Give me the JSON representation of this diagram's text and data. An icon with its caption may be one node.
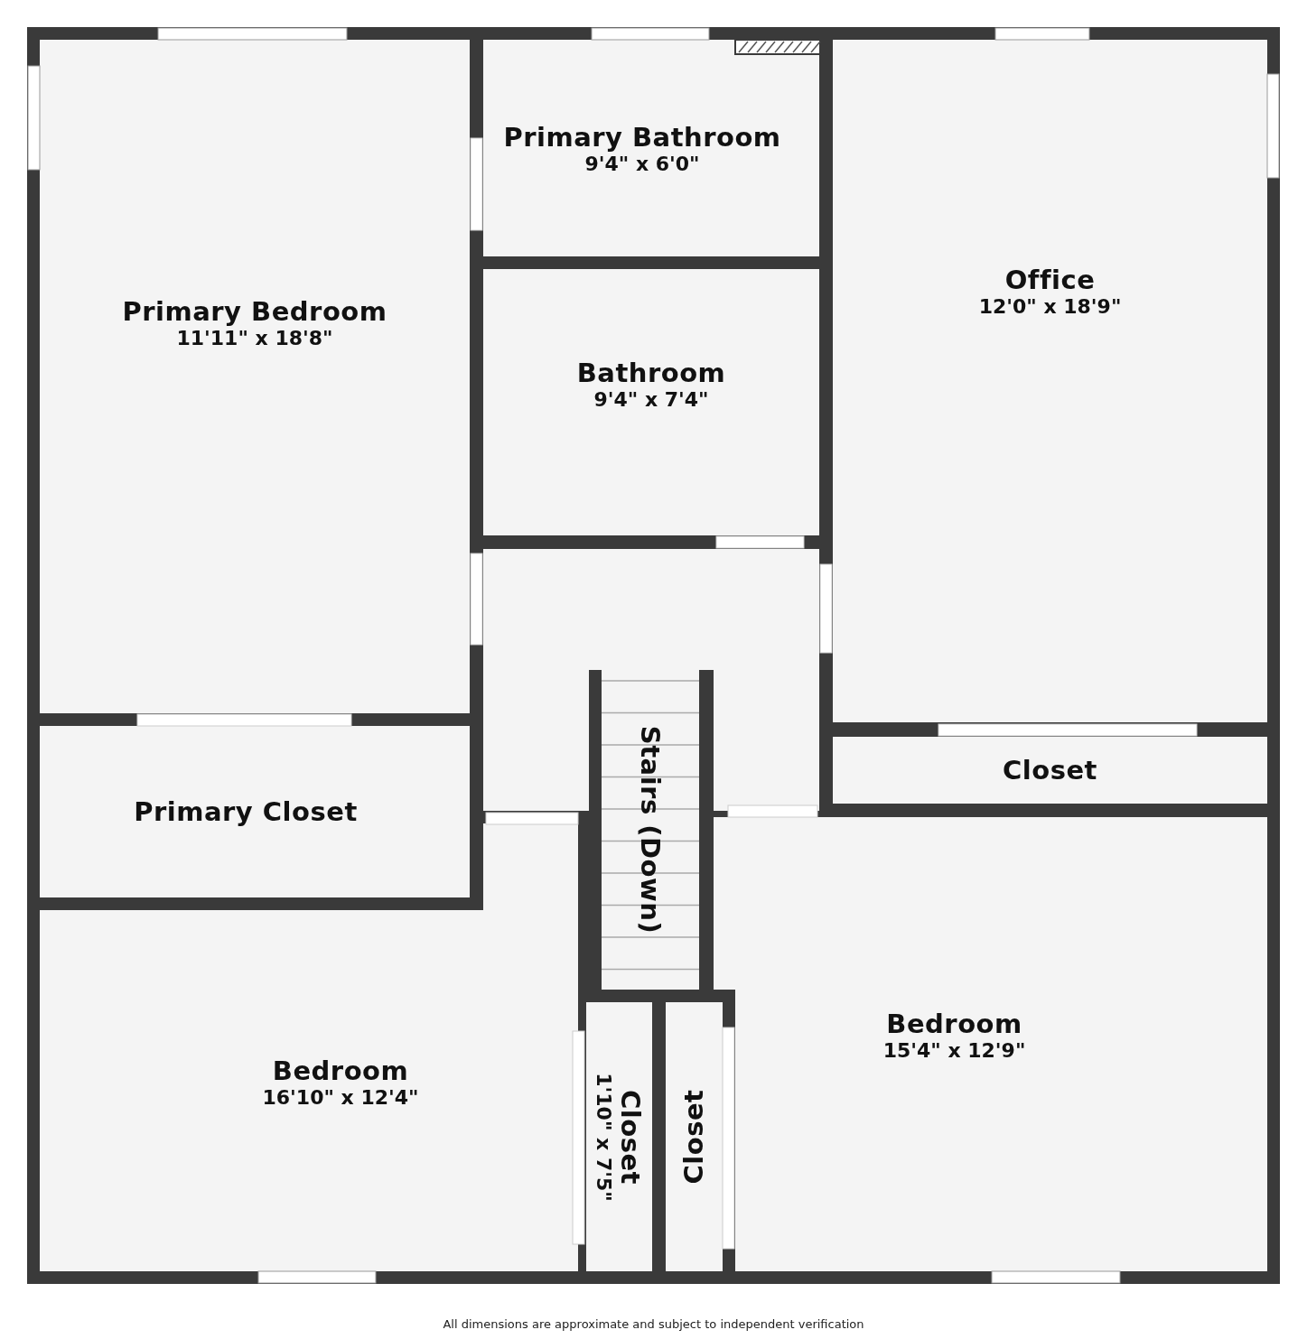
{
  "diagram": {
    "caption": "All dimensions are approximate and subject to independent verification",
    "nodes": [
      {
        "text": [
          "Primary Bathroom",
          "9'4\" x 6'0\""
        ]
      },
      {
        "text": [
          "Primary Bedroom",
          "11'11\" x 18'8\""
        ]
      },
      {
        "text": [
          "Office",
          "12'0\" x 18'9\""
        ]
      },
      {
        "text": [
          "Bathroom",
          "9'4\" x 7'4\""
        ]
      },
      {
        "text": [
          "Closet"
        ]
      },
      {
        "text": [
          "Primary Closet"
        ]
      },
      {
        "text": [
          "Stairs (Down)"
        ]
      },
      {
        "text": [
          "Bedroom",
          "15'4\" x 12'9\""
        ]
      },
      {
        "text": [
          "Bedroom",
          "16'10\" x 12'4\""
        ]
      },
      {
        "text": [
          "Closet",
          "1'10\" x 7'5\""
        ]
      },
      {
        "text": [
          "Closet"
        ]
      },
      {
        "text": [],
        "shape": "box"
      }
    ]
  }
}
